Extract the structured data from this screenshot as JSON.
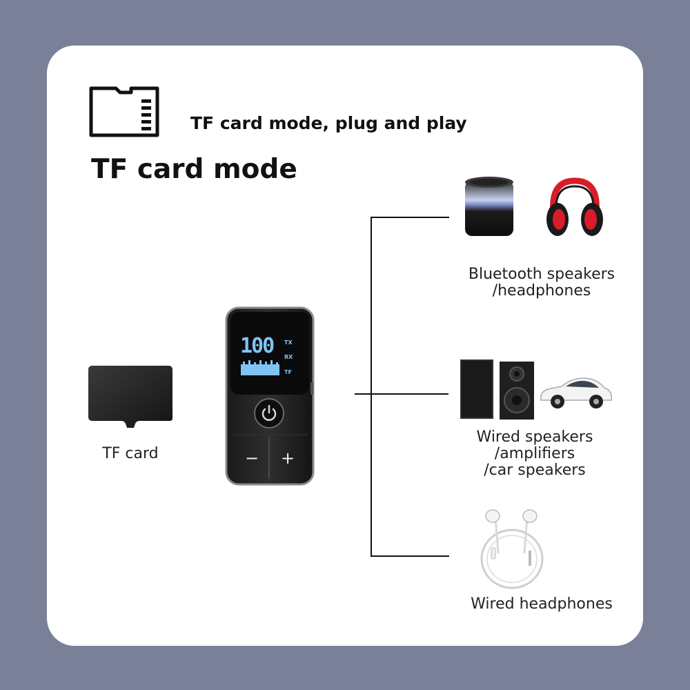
{
  "header": {
    "subtitle": "TF card mode, plug and play",
    "title": "TF card mode"
  },
  "icons": {
    "sd_card": "sd-card-icon",
    "power": "power-icon"
  },
  "tf_card": {
    "label": "TF card"
  },
  "device": {
    "display_value": "100",
    "indicators": [
      "TX",
      "RX",
      "TF"
    ],
    "minus_label": "−",
    "plus_label": "+"
  },
  "outputs": {
    "bluetooth": {
      "line1": "Bluetooth speakers",
      "line2": "/headphones"
    },
    "wired_speakers": {
      "line1": "Wired speakers",
      "line2": "/amplifiers",
      "line3": "/car speakers"
    },
    "wired_headphones": {
      "line1": "Wired headphones"
    }
  },
  "colors": {
    "background": "#7a8098",
    "card": "#ffffff",
    "screen_text": "#7fc4f5",
    "headphone_red": "#d81c2a"
  }
}
